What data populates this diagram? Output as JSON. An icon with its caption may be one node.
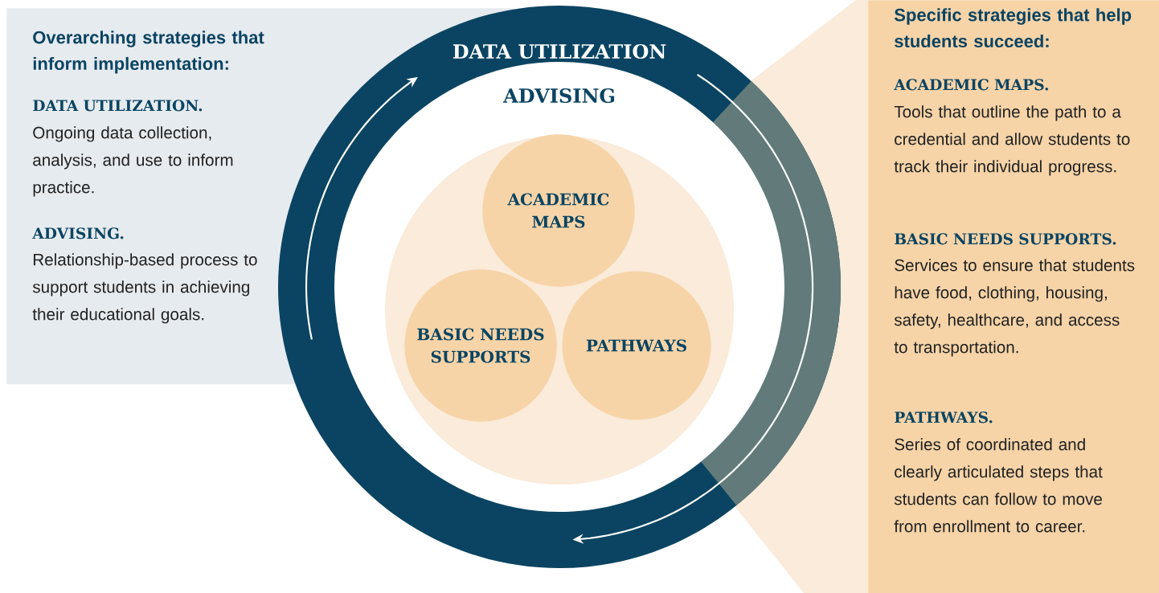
{
  "diagram": {
    "nodes": [
      {
        "text": [
          "Overarching strategies that inform implementation:",
          "DATA UTILIZATION.",
          "Ongoing data collection, analysis, and use to inform practice.",
          "ADVISING.",
          "Relationship-based process to support students in achieving their educational goals."
        ]
      },
      {
        "text": [
          "DATA UTILIZATION"
        ]
      },
      {
        "text": [
          "ADVISING"
        ],
        "in": 1
      },
      {
        "text": [],
        "shape": "circle",
        "in": 2
      },
      {
        "text": [
          "ACADEMIC MAPS"
        ],
        "in": 3
      },
      {
        "text": [
          "BASIC NEEDS SUPPORTS"
        ],
        "in": 3
      },
      {
        "text": [
          "PATHWAYS"
        ],
        "in": 3
      },
      {
        "text": [
          "Specific strategies that help students succeed:",
          "ACADEMIC MAPS.",
          "Tools that outline the path to a credential and allow students to track their individual progress.",
          "BASIC NEEDS SUPPORTS.",
          "Services to ensure that students have food, clothing, housing, safety, healthcare, and access to transportation.",
          "PATHWAYS.",
          "Series of coordinated and clearly articulated steps that students can follow to move from enrollment to career."
        ]
      }
    ]
  }
}
